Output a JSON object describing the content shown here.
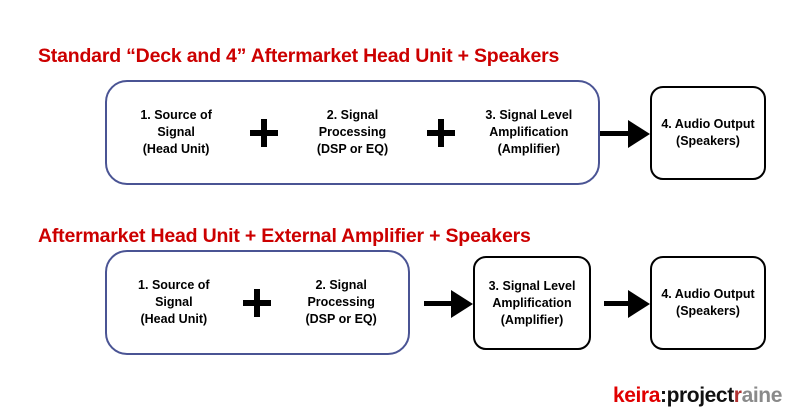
{
  "diagram": {
    "background_color": "#ffffff",
    "title_color": "#cc0000",
    "group_border_color": "#4a5494",
    "stage_border_color": "#000000",
    "sections": [
      {
        "title": "Standard “Deck and 4” Aftermarket Head Unit + Speakers",
        "grouped_stages": [
          "1. Source of\nSignal\n(Head Unit)",
          "2. Signal\nProcessing\n(DSP or EQ)",
          "3. Signal Level\nAmplification\n(Amplifier)"
        ],
        "separator": "plus-icon",
        "external_stages": [
          "4. Audio Output\n(Speakers)"
        ]
      },
      {
        "title": "Aftermarket Head Unit + External Amplifier + Speakers",
        "grouped_stages": [
          "1. Source of\nSignal\n(Head Unit)",
          "2. Signal\nProcessing\n(DSP or EQ)"
        ],
        "separator": "plus-icon",
        "external_stages": [
          "3. Signal Level\nAmplification\n(Amplifier)",
          "4. Audio Output\n(Speakers)"
        ]
      }
    ]
  },
  "logo": {
    "segment_1": "keira",
    "segment_2": ":project",
    "segment_3": "r",
    "segment_4": "aine"
  }
}
